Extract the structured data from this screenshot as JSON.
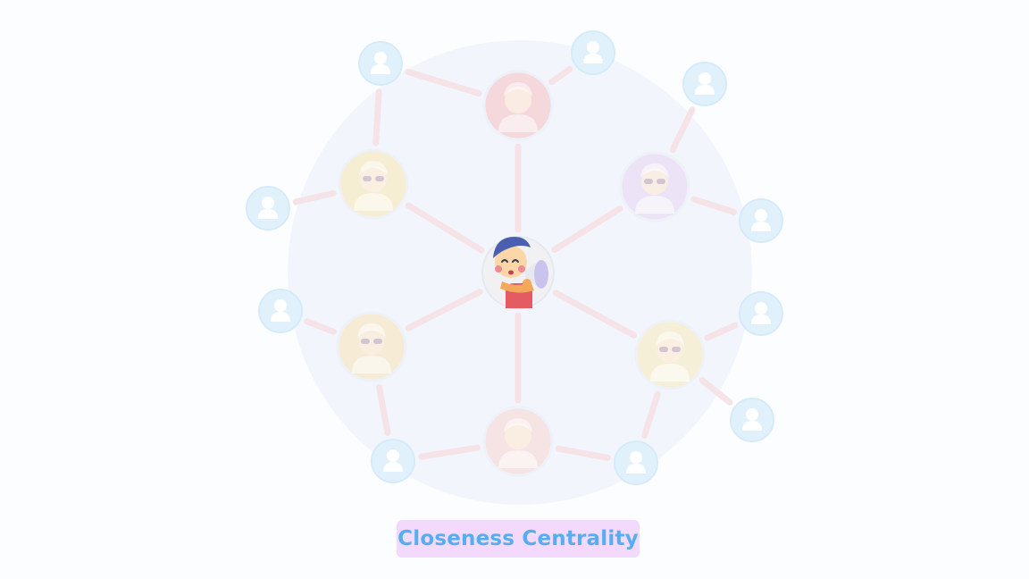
{
  "diagram": {
    "caption": "Closeness Centrality",
    "colors": {
      "background": "#fcfdfe",
      "halo": "#f2f6fc",
      "edge": "#f5e3e7",
      "user_node_fill": "#e1f1fc",
      "user_node_ring": "#d6ebfa",
      "user_icon": "#ffffff",
      "avatar_ring": "#eef2f8",
      "caption_bg": "#f3d9fb",
      "caption_text": "#55aef0"
    },
    "central_node": {
      "name": "central-influencer",
      "icon": "megaphone-kid-icon"
    },
    "avatar_nodes": [
      {
        "name": "avatar-top",
        "icon": "camera-person-icon",
        "tint": "#f4d8dc"
      },
      {
        "name": "avatar-upper-left",
        "icon": "sunglasses-person-icon",
        "tint": "#f5eed2"
      },
      {
        "name": "avatar-upper-right",
        "icon": "sunglasses-purple-hair-icon",
        "tint": "#ece4f6"
      },
      {
        "name": "avatar-lower-left",
        "icon": "sunglasses-blonde-icon",
        "tint": "#f6ecd6"
      },
      {
        "name": "avatar-lower-right",
        "icon": "suit-sunglasses-icon",
        "tint": "#f6efd8"
      },
      {
        "name": "avatar-bottom",
        "icon": "dancer-icon",
        "tint": "#f6e3e3"
      }
    ],
    "user_icon": "user-icon"
  }
}
